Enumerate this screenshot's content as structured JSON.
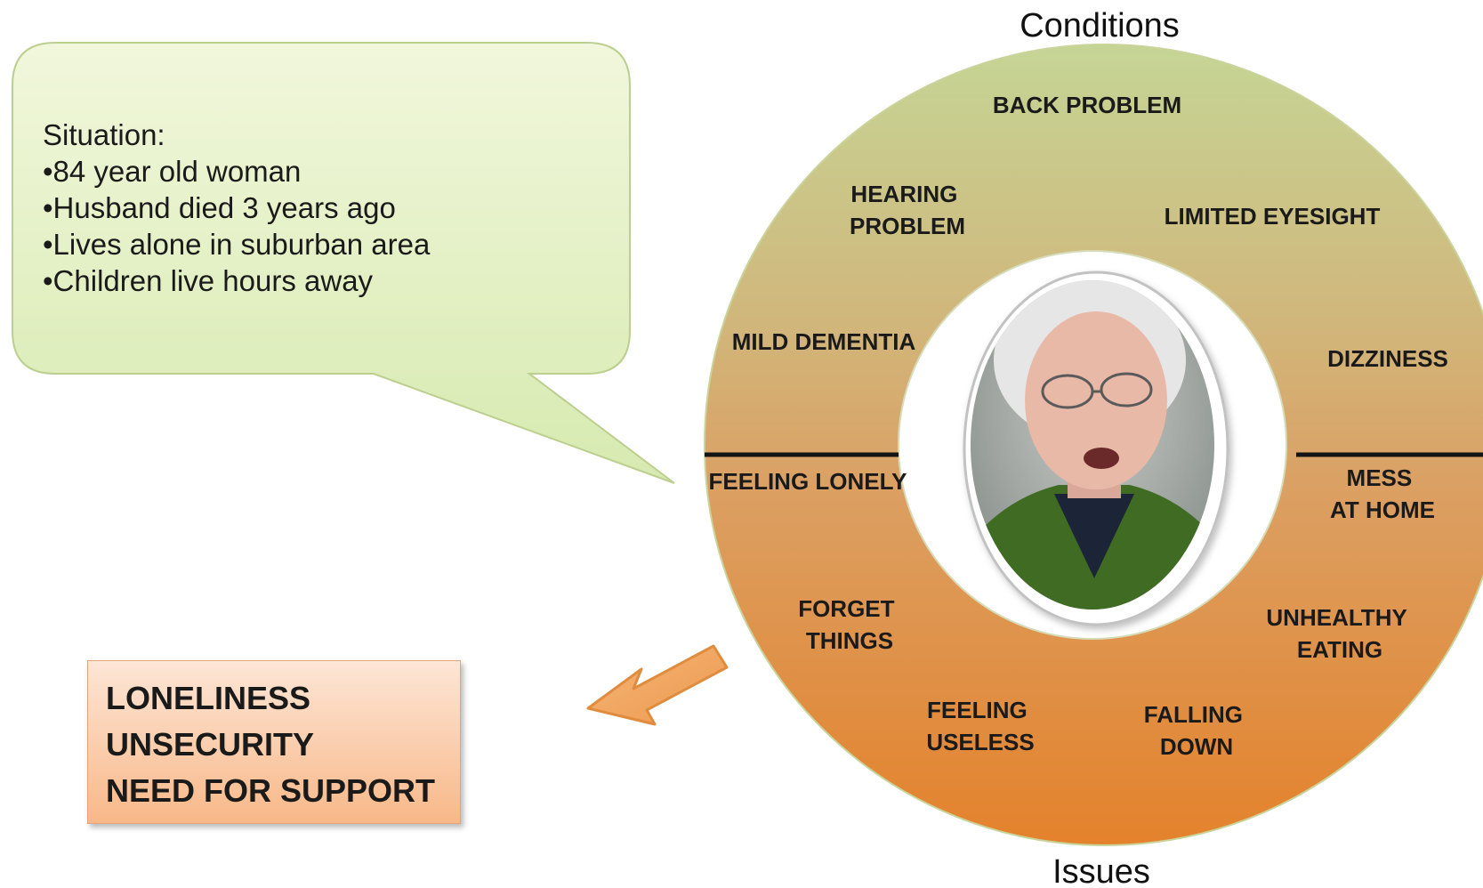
{
  "situation": {
    "heading": "Situation:",
    "bullets": [
      "•84 year old woman",
      "•Husband died 3 years ago",
      "•Lives alone in suburban area",
      "•Children live hours away"
    ]
  },
  "ring": {
    "top_title": "Conditions",
    "bottom_title": "Issues",
    "conditions": [
      {
        "lines": [
          "BACK PROBLEM"
        ]
      },
      {
        "lines": [
          "HEARING",
          "PROBLEM"
        ]
      },
      {
        "lines": [
          "LIMITED EYESIGHT"
        ]
      },
      {
        "lines": [
          "MILD DEMENTIA"
        ]
      },
      {
        "lines": [
          "DIZZINESS"
        ]
      }
    ],
    "issues": [
      {
        "lines": [
          "FEELING LONELY"
        ]
      },
      {
        "lines": [
          "MESS",
          "AT HOME"
        ]
      },
      {
        "lines": [
          "FORGET",
          "THINGS"
        ]
      },
      {
        "lines": [
          "UNHEALTHY",
          "EATING"
        ]
      },
      {
        "lines": [
          "FEELING",
          "USELESS"
        ]
      },
      {
        "lines": [
          "FALLING",
          "DOWN"
        ]
      }
    ]
  },
  "result": {
    "lines": [
      "LONELINESS",
      "UNSECURITY",
      "NEED FOR SUPPORT"
    ]
  },
  "colors": {
    "bubble_fill_top": "#f1f7dc",
    "bubble_fill_bottom": "#d7eab0",
    "ring_top": "#c5d595",
    "ring_middle": "#d9a868",
    "ring_bottom": "#e4822c",
    "arrow": "#f2a55e",
    "result_box": "#f8b888"
  },
  "icons": {
    "portrait": "elderly-woman-portrait",
    "arrow": "arrow-down-left-icon"
  }
}
